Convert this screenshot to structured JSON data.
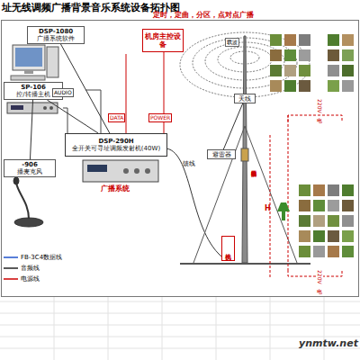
{
  "diagram": {
    "title": "址无线调频广播背景音乐系统设备拓扑图",
    "nodes": [
      {
        "text": [
          "机房主控设备"
        ]
      },
      {
        "text": [
          "DSP-1080",
          "广播系统软件"
        ]
      },
      {
        "text": [
          "SP-106",
          "控/转播主机"
        ]
      },
      {
        "text": [
          "DSP-290H",
          "全开关可寻址调频发射机(40W)"
        ]
      },
      {
        "text": [
          "-906",
          "播麦克风"
        ]
      },
      {
        "text": [
          "天线"
        ]
      },
      {
        "text": [
          "避雷器"
        ]
      },
      {
        "text": [
          "机房"
        ]
      }
    ],
    "edges": [
      {
        "from": 1,
        "to": 3,
        "arrow": "none"
      },
      {
        "from": 2,
        "to": 3,
        "arrow": "none"
      },
      {
        "from": 4,
        "to": 2,
        "arrow": "none"
      },
      {
        "from": 6,
        "to": 5,
        "arrow": "none"
      }
    ],
    "labels": [
      "定时，定曲，分区，点对点广播",
      "AUDIO",
      "DATA",
      "POWER",
      "广播系统",
      "载波",
      "馈线",
      "四芯为电源线插接硬件接地",
      "220V电",
      "220V电",
      "H",
      "ynmtw.net"
    ],
    "legend": [
      {
        "text": "FB-3C4数据线"
      },
      {
        "text": "音频线"
      },
      {
        "text": "电源线"
      }
    ]
  }
}
